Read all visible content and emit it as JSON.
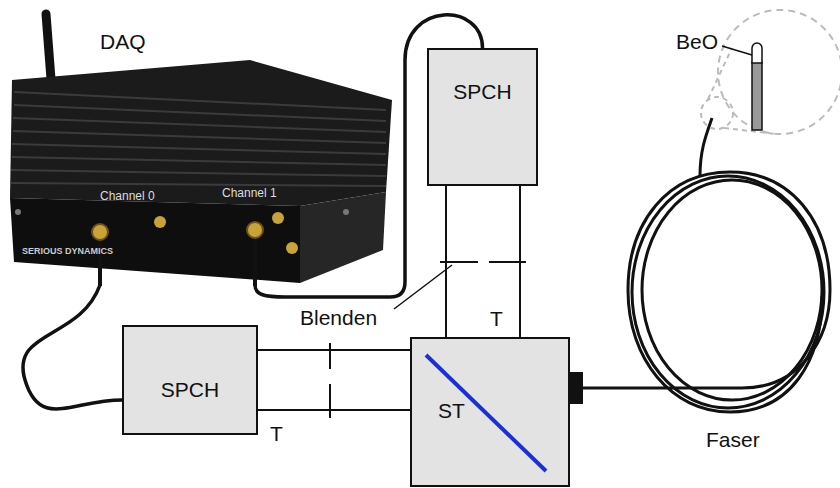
{
  "diagram": {
    "nodes": [
      {
        "text": [
          "DAQ"
        ]
      },
      {
        "text": [
          "SPCH"
        ]
      },
      {
        "text": [
          "SPCH"
        ]
      },
      {
        "text": [
          "ST"
        ]
      }
    ],
    "edges": [
      {
        "from": 0,
        "to": 2,
        "arrow": "none"
      },
      {
        "from": 0,
        "to": 1,
        "arrow": "none"
      },
      {
        "from": 3,
        "to": 2,
        "arrow": "none"
      },
      {
        "from": 3,
        "to": 1,
        "arrow": "none"
      }
    ],
    "labels": [
      "Channel 0",
      "Channel 1",
      "SERIOUS DYNAMICS",
      "Blenden",
      "T",
      "T",
      "Faser",
      "BeO"
    ]
  }
}
